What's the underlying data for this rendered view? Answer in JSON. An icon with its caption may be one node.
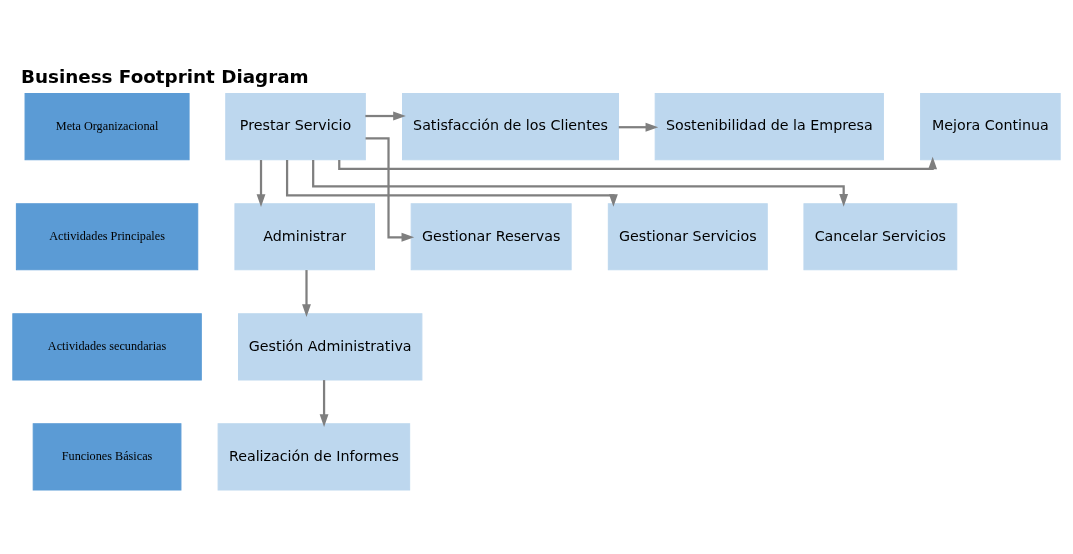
{
  "diagram": {
    "title": "Business Footprint Diagram",
    "nodes": [
      {
        "text": [
          "Meta Organizacional"
        ]
      },
      {
        "text": [
          "Mejora Continua"
        ]
      },
      {
        "text": [
          "Prestar Servicio"
        ]
      },
      {
        "text": [
          "Satisfacción de los Clientes"
        ]
      },
      {
        "text": [
          "Sostenibilidad de la Empresa"
        ]
      },
      {
        "text": [
          "Actividades Principales"
        ]
      },
      {
        "text": [
          "Administrar"
        ]
      },
      {
        "text": [
          "Gestionar Reservas"
        ]
      },
      {
        "text": [
          "Gestionar Servicios"
        ]
      },
      {
        "text": [
          "Cancelar Servicios"
        ]
      },
      {
        "text": [
          "Actividades secundarias"
        ]
      },
      {
        "text": [
          "Gestión Administrativa"
        ]
      },
      {
        "text": [
          "Funciones Básicas"
        ]
      },
      {
        "text": [
          "Realización de Informes"
        ]
      }
    ],
    "edges": [
      {
        "from": 2,
        "to": 1,
        "arrow": "to"
      },
      {
        "from": 2,
        "to": 3,
        "arrow": "to"
      },
      {
        "from": 3,
        "to": 4,
        "arrow": "to"
      },
      {
        "from": 2,
        "to": 6,
        "arrow": "to"
      },
      {
        "from": 2,
        "to": 7,
        "arrow": "to"
      },
      {
        "from": 2,
        "to": 8,
        "arrow": "to"
      },
      {
        "from": 2,
        "to": 9,
        "arrow": "to"
      },
      {
        "from": 6,
        "to": 11,
        "arrow": "to"
      },
      {
        "from": 11,
        "to": 13,
        "arrow": "to"
      }
    ]
  }
}
